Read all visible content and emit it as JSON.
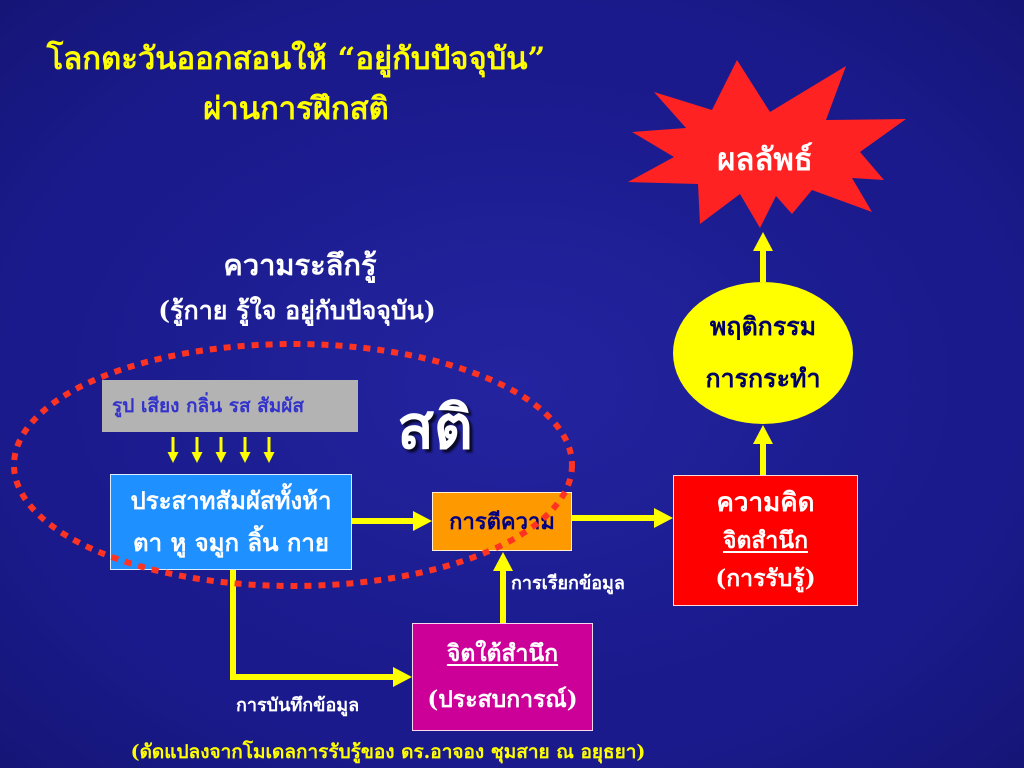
{
  "title": {
    "line1": "โลกตะวันออกสอนให้ “อยู่กับปัจจุบัน”",
    "line2": "ผ่านการฝึกสติ"
  },
  "mindfulness": {
    "heading": "ความระลึกรู้",
    "subheading": "(รู้กาย รู้ใจ อยู่กับปัจจุบัน)",
    "sati_label": "สติ"
  },
  "diagram": {
    "stimuli": "รูป เสียง กลิ่น รส สัมผัส",
    "senses": {
      "line1": "ประสาทสัมผัสทั้งห้า",
      "line2": "ตา หู จมูก ลิ้น กาย"
    },
    "interpretation": "การตีความ",
    "conscious_mind": {
      "line1": "ความคิด",
      "line2": "จิตสำนึก",
      "line3": "(การรับรู้)"
    },
    "behavior": {
      "line1": "พฤติกรรม",
      "line2": "การกระทำ"
    },
    "result": "ผลลัพธ์",
    "subconscious_mind": {
      "line1": "จิตใต้สำนึก",
      "line2": "(ประสบการณ์)"
    },
    "retrieve_label": "การเรียกข้อมูล",
    "record_label": "การบันทึกข้อมูล"
  },
  "footer": {
    "credit": "(ดัดแปลงจากโมเดลการรับรู้ของ ดร.อาจอง ชุมสาย ณ อยุธยา)"
  },
  "colors": {
    "background": "#1a1a8c",
    "title_text": "#ffff00",
    "body_text": "#ffffff",
    "arrow": "#ffff00",
    "dotted_ellipse": "#ff3322",
    "stimuli_box_fill": "#b3b3b3",
    "stimuli_box_text": "#3333cc",
    "senses_box_fill": "#1e90ff",
    "interpretation_box_fill": "#ff9900",
    "interpretation_box_text": "#000080",
    "conscious_box_fill": "#ff0000",
    "behavior_ellipse_fill": "#ffff00",
    "behavior_ellipse_text": "#000066",
    "result_burst_fill": "#ff2222",
    "subconscious_box_fill": "#cc0099"
  }
}
